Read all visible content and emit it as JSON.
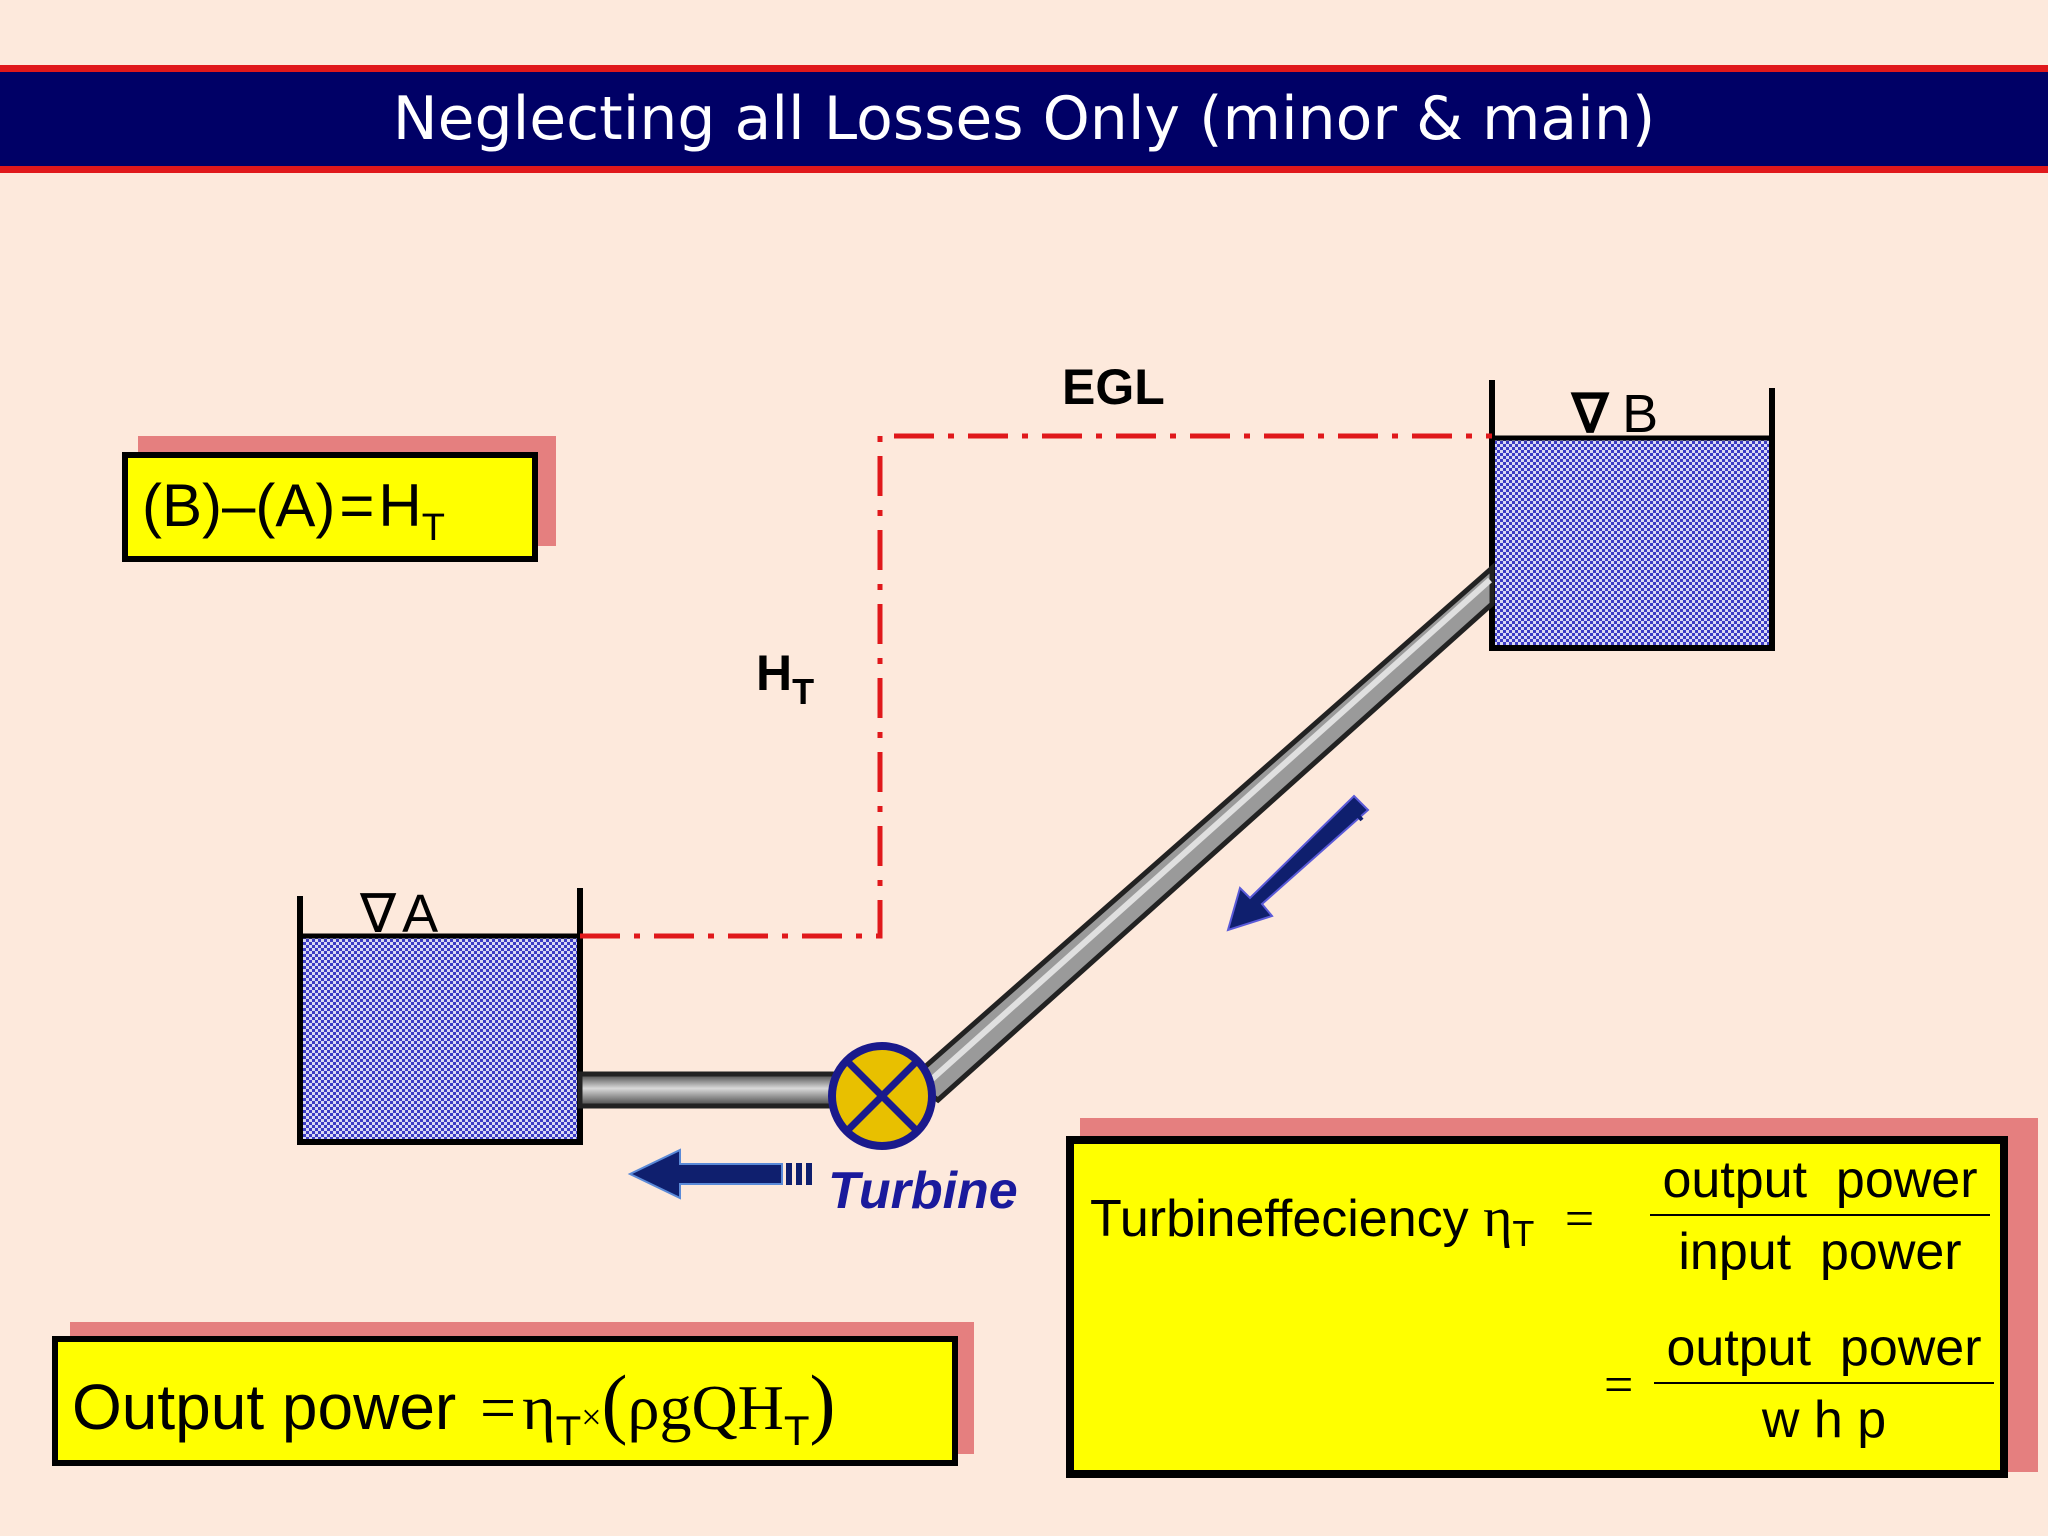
{
  "title": "Neglecting all Losses Only (minor  & main)",
  "labels": {
    "egl": "EGL",
    "ht_main": "H",
    "ht_sub": "T",
    "reservoir_a_symbol": "∇",
    "reservoir_a": "A",
    "reservoir_b_symbol": "∇",
    "reservoir_b": "B",
    "turbine": "Turbine"
  },
  "equation_head": {
    "b": "(B)",
    "minus": "–",
    "a": "(A)",
    "equals": "=",
    "h": "H",
    "sub": "T"
  },
  "equation_output": {
    "lhs": "Output power",
    "equals": "=",
    "eta": "η",
    "eta_sub": "T",
    "times": "×",
    "lparen": "(",
    "body": "ρgQH",
    "body_sub": "T",
    "rparen": ")"
  },
  "equation_efficiency": {
    "lhs": "Turbineffeciency",
    "eta": "η",
    "eta_sub": "T",
    "equals1": "=",
    "num1": "output  power",
    "den1": "input  power",
    "equals2": "=",
    "num2": "output  power",
    "den2": "w h p"
  },
  "colors": {
    "title_bg": "#000066",
    "title_border": "#e0181b",
    "egl_line": "#e0181b",
    "box_fill": "#ffff00",
    "box_shadow": "#e57f7f",
    "water": "#2a2ab0",
    "turbine_fill": "#e8c000",
    "turbine_ring": "#1a1a8c",
    "arrow": "#0f1f6e"
  }
}
